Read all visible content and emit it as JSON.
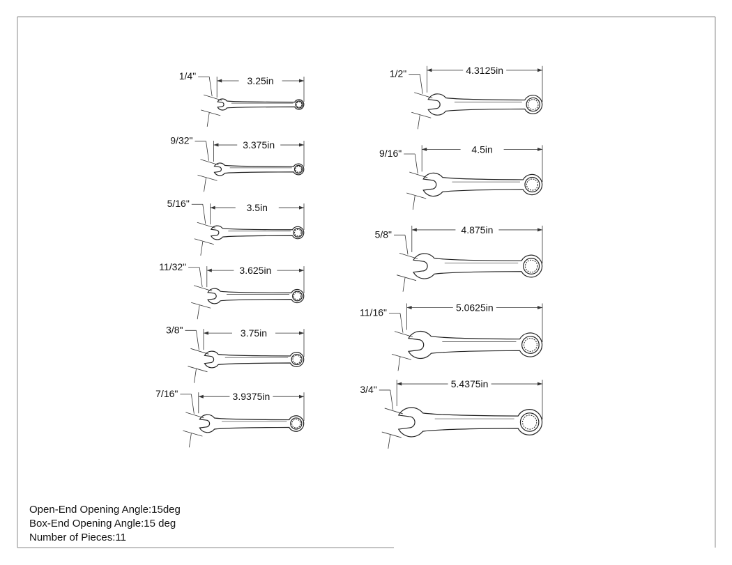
{
  "wrenches": [
    {
      "size": "1/4\"",
      "length": "3.25in",
      "length_in": 3.25
    },
    {
      "size": "9/32\"",
      "length": "3.375in",
      "length_in": 3.375
    },
    {
      "size": "5/16\"",
      "length": "3.5in",
      "length_in": 3.5
    },
    {
      "size": "11/32\"",
      "length": "3.625in",
      "length_in": 3.625
    },
    {
      "size": "3/8\"",
      "length": "3.75in",
      "length_in": 3.75
    },
    {
      "size": "7/16\"",
      "length": "3.9375in",
      "length_in": 3.9375
    },
    {
      "size": "1/2\"",
      "length": "4.3125in",
      "length_in": 4.3125
    },
    {
      "size": "9/16\"",
      "length": "4.5in",
      "length_in": 4.5
    },
    {
      "size": "5/8\"",
      "length": "4.875in",
      "length_in": 4.875
    },
    {
      "size": "11/16\"",
      "length": "5.0625in",
      "length_in": 5.0625
    },
    {
      "size": "3/4\"",
      "length": "5.4375in",
      "length_in": 5.4375
    }
  ],
  "notes": {
    "open_end_angle": "Open-End Opening Angle:15deg",
    "box_end_angle": "Box-End Opening Angle:15 deg",
    "pieces": "Number of Pieces:11"
  }
}
